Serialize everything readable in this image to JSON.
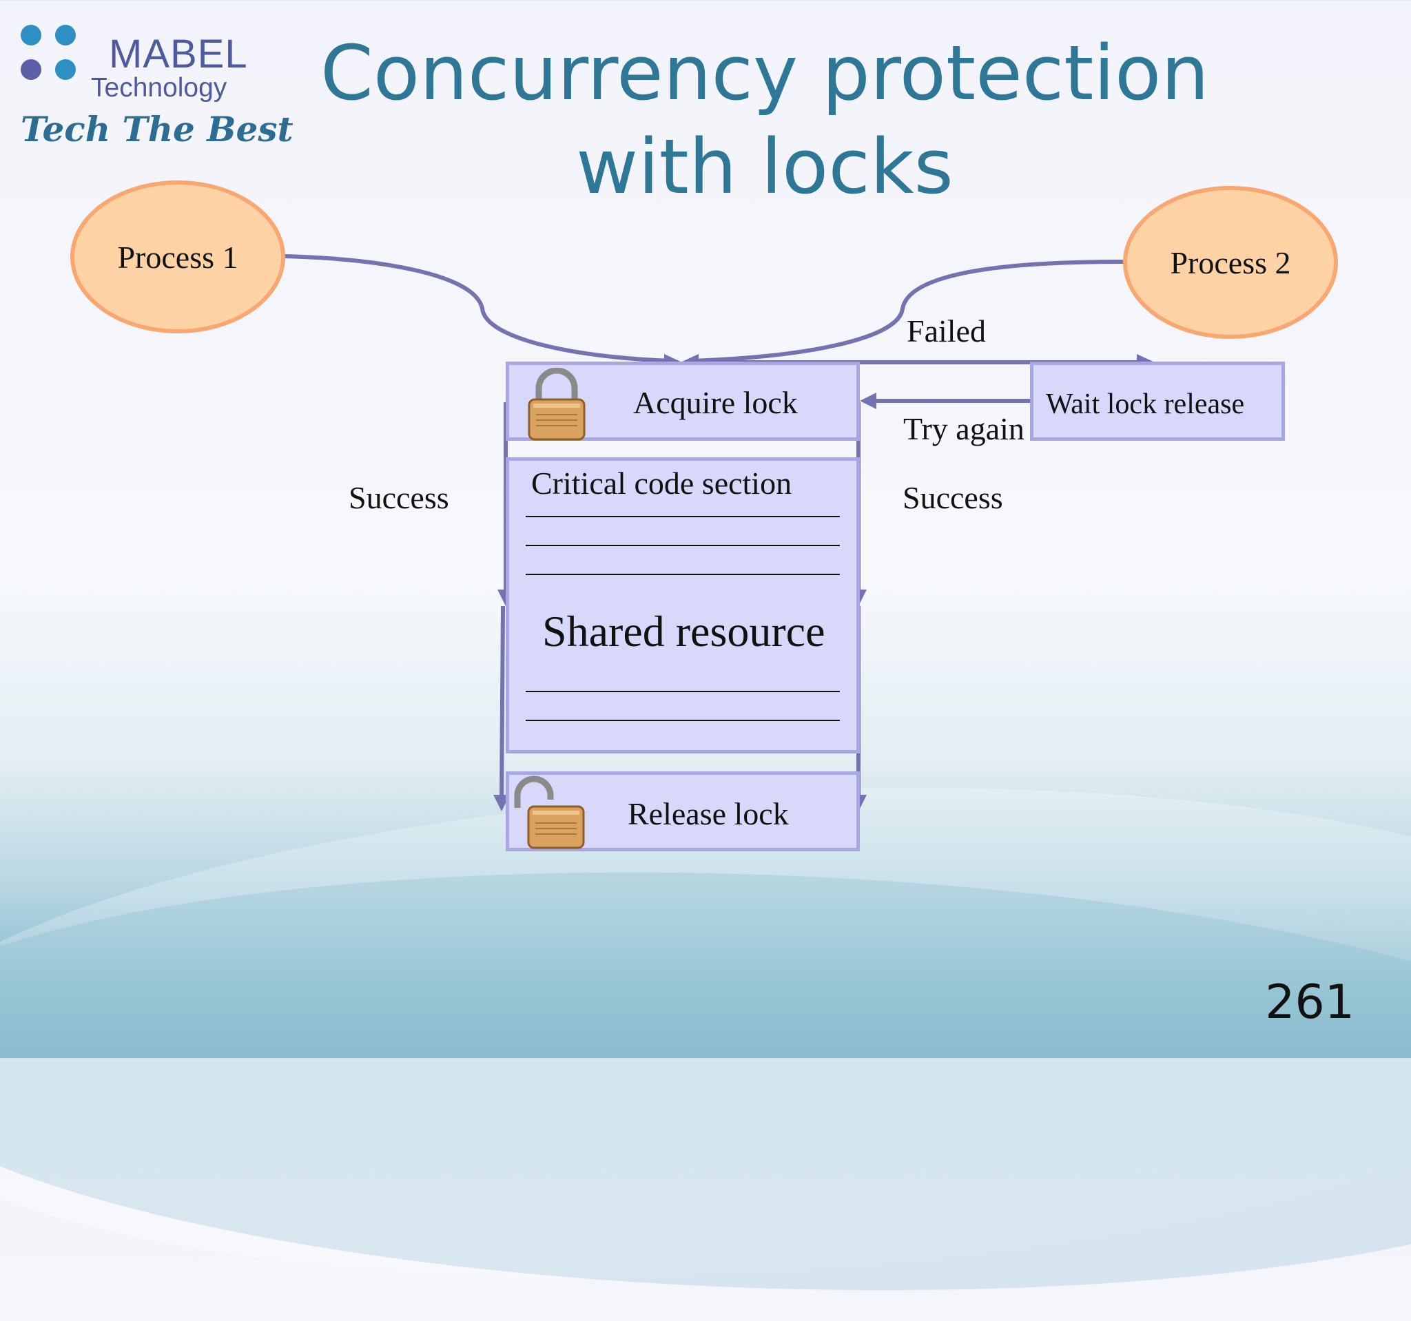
{
  "logo": {
    "name": "MABEL",
    "subtitle": "Technology",
    "tagline": "Tech The Best",
    "dot_colors": [
      "#2e8fc4",
      "#2e8fc4",
      "#5a5fa8",
      "#2e8fc4"
    ]
  },
  "slide": {
    "title": "Concurrency protection with locks",
    "page_number": "261"
  },
  "diagram": {
    "process1": "Process 1",
    "process2": "Process 2",
    "acquire_lock": "Acquire lock",
    "critical_section": "Critical code section",
    "shared_resource": "Shared resource",
    "release_lock": "Release lock",
    "wait_lock_release": "Wait lock release",
    "failed": "Failed",
    "try_again": "Try again",
    "success_left": "Success",
    "success_right": "Success"
  },
  "colors": {
    "title": "#2f7797",
    "process_fill": "#fdd3a6",
    "process_border": "#f8a770",
    "box_fill": "#d8d8fb",
    "box_border": "#a8a6e3",
    "arrow": "#7472b0"
  },
  "icons": {
    "acquire": "locked-padlock-icon",
    "release": "unlocked-padlock-icon"
  }
}
